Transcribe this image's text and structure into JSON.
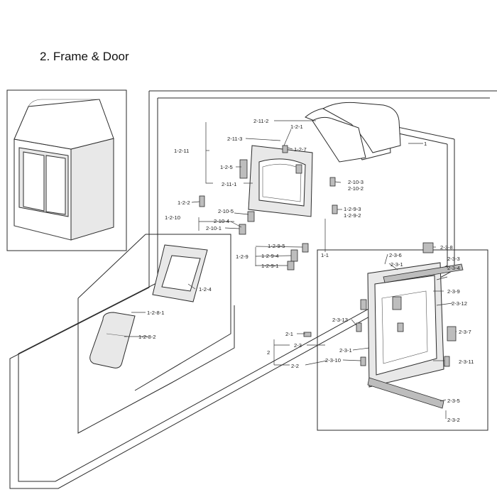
{
  "title": "2. Frame & Door",
  "labels": {
    "l_1": "1",
    "l_1_1": "1-1",
    "l_1_2_1": "1-2-1",
    "l_1_2_7": "1-2-7",
    "l_1_2_5": "1-2-5",
    "l_1_2_11": "1-2-11",
    "l_1_2_2": "1-2-2",
    "l_1_2_10": "1-2-10",
    "l_1_2_9": "1-2-9",
    "l_1_2_9_1": "1-2-9-1",
    "l_1_2_9_2": "1-2-9-2",
    "l_1_2_9_3": "1-2-9-3",
    "l_1_2_9_4": "1-2-9-4",
    "l_1_2_9_5": "1-2-9-5",
    "l_1_2_4": "1-2-4",
    "l_1_2_8_1": "1-2-8-1",
    "l_1_2_8_2": "1-2-8-2",
    "l_2_11_2": "2-11-2",
    "l_2_11_3": "2-11-3",
    "l_2_11_1": "2-11-1",
    "l_2_10_1": "2-10-1",
    "l_2_10_2": "2-10-2",
    "l_2_10_3": "2-10-3",
    "l_2_10_4": "2-10-4",
    "l_2_10_5": "2-10-5",
    "l_2": "2",
    "l_2_1": "2-1",
    "l_2_2": "2-2",
    "l_2_3": "2-3",
    "l_2_3_1": "2-3-1",
    "l_2_3_1b": "2-3-1",
    "l_2_3_2": "2-3-2",
    "l_2_3_3": "2-3-3",
    "l_2_3_4": "2-3-4",
    "l_2_3_5": "2-3-5",
    "l_2_3_6": "2-3-6",
    "l_2_3_7": "2-3-7",
    "l_2_3_8": "2-3-8",
    "l_2_3_9": "2-3-9",
    "l_2_3_10": "2-3-10",
    "l_2_3_11": "2-3-11",
    "l_2_3_12": "2-3-12",
    "l_2_3_13": "2-3-13"
  }
}
